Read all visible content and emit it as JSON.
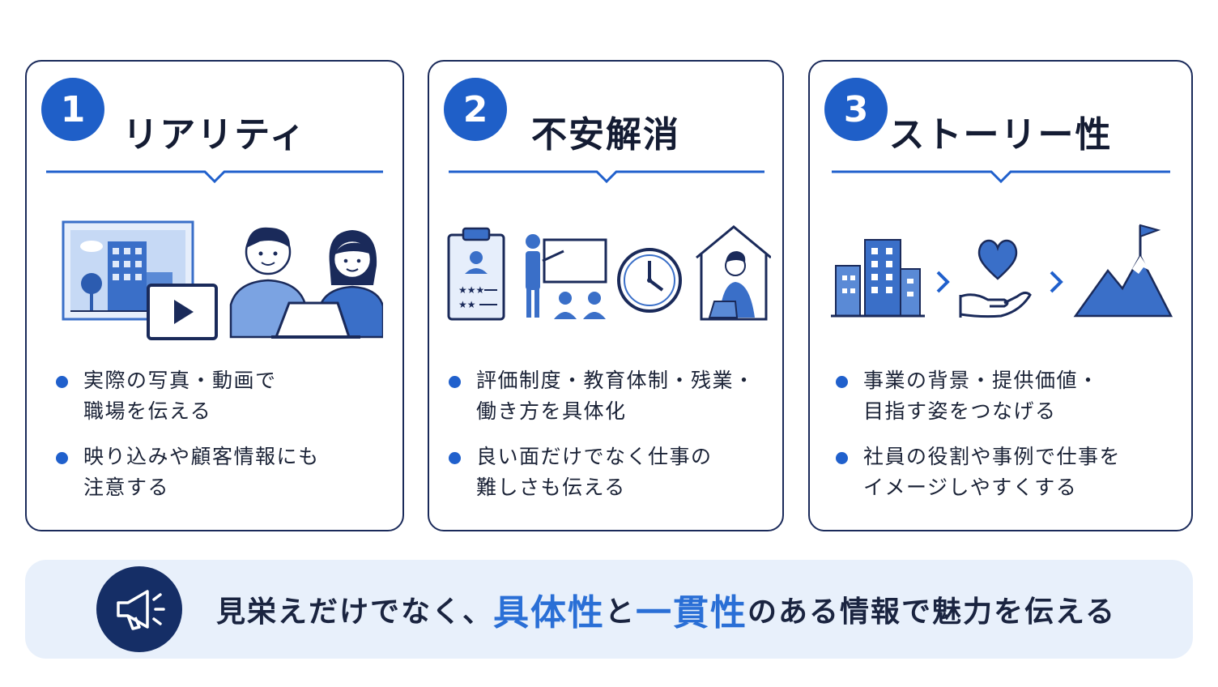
{
  "cards": [
    {
      "number": "1",
      "title": "リアリティ",
      "bullets": [
        [
          "実際の写真・動画で",
          "職場を伝える"
        ],
        [
          "映り込みや顧客情報にも",
          "注意する"
        ]
      ],
      "icons": [
        "building-photo-icon",
        "video-play-icon",
        "man-icon",
        "woman-laptop-icon"
      ]
    },
    {
      "number": "2",
      "title": "不安解消",
      "bullets": [
        [
          "評価制度・教育体制・残業・",
          "働き方を具体化"
        ],
        [
          "良い面だけでなく仕事の",
          "難しさも伝える"
        ]
      ],
      "icons": [
        "evaluation-clipboard-icon",
        "training-presentation-icon",
        "clock-icon",
        "remote-work-house-icon"
      ]
    },
    {
      "number": "3",
      "title": "ストーリー性",
      "bullets": [
        [
          "事業の背景・提供価値・",
          "目指す姿をつなげる"
        ],
        [
          "社員の役割や事例で仕事を",
          "イメージしやすくする"
        ]
      ],
      "icons": [
        "city-buildings-icon",
        "chevron-right-icon",
        "heart-hand-icon",
        "chevron-right-icon",
        "mountain-flag-icon"
      ]
    }
  ],
  "banner": {
    "icon": "megaphone-icon",
    "parts": [
      "見栄えだけでなく、",
      "具体性",
      "と",
      "一貫性",
      "のある情報で魅力を伝える"
    ]
  },
  "colors": {
    "primary": "#1f5fc8",
    "navy": "#1a2a5a",
    "accent_text": "#2a6fd6",
    "banner_bg": "#e8f0fb"
  }
}
